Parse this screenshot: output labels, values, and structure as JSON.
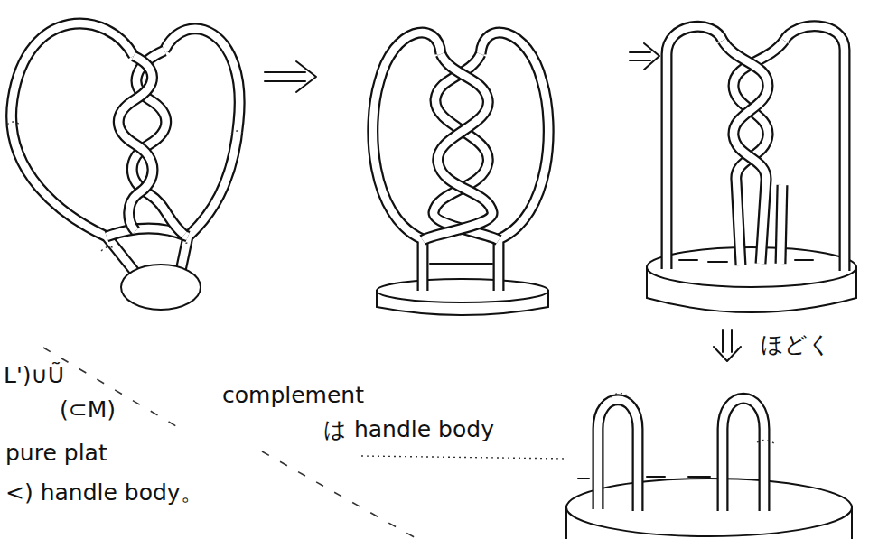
{
  "diagram": {
    "labels": [
      "L')∪Ũ",
      "(⊂M)",
      "pure plat",
      "<) handle body。",
      "complement",
      "は handle body",
      "ほどく"
    ]
  }
}
